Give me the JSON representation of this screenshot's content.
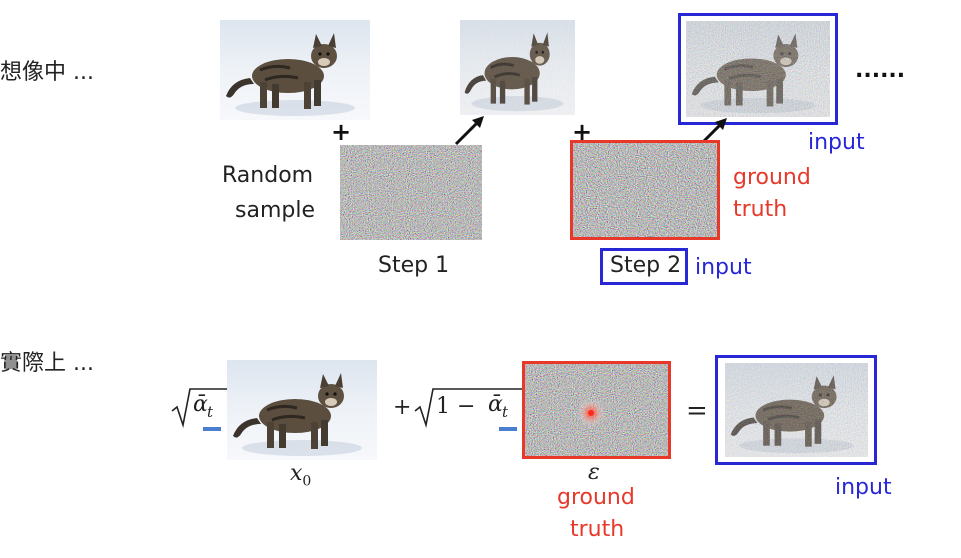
{
  "top": {
    "section_label": "想像中 ...",
    "random_sample_line1": "Random",
    "random_sample_line2": "sample",
    "step1": "Step 1",
    "step2": "Step 2",
    "input_after_step2": "input",
    "input_label_right": "input",
    "ground_truth_line1": "ground",
    "ground_truth_line2": "truth",
    "ellipsis": "......",
    "plus": "+"
  },
  "bottom": {
    "section_label": "實際上 ...",
    "sqrt_alpha": "ᾱ",
    "sub_t": "t",
    "one_minus": "1 − ",
    "plus": "+",
    "x0": "x",
    "x0_sub": "0",
    "epsilon": "ε",
    "equals": "=",
    "ground_truth_line1": "ground",
    "ground_truth_line2": "truth",
    "input_label": "input"
  },
  "colors": {
    "red": "#e8382a",
    "blue": "#2727d6",
    "underline": "#4a7fd0"
  }
}
